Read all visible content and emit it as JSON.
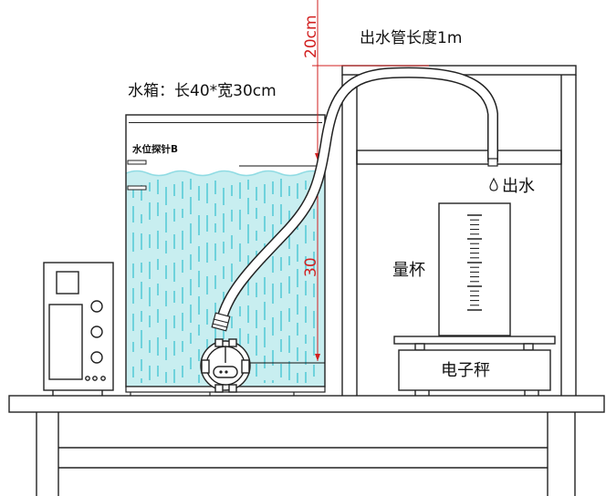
{
  "labels": {
    "pipe_length": "出水管长度1m",
    "tank_size": "水箱：长40*宽30cm",
    "water_probe": "水位探针B",
    "outlet": "出水",
    "measuring_cup": "量杯",
    "scale": "电子秤"
  },
  "dimensions": {
    "top_gap": "20cm",
    "water_depth": "30"
  },
  "colors": {
    "line": "#222222",
    "water": "#c8eef0",
    "water_streak": "#3ec4d2",
    "dimension": "#d21f1f",
    "measure_line": "#111111"
  },
  "icons": [
    "pump-icon",
    "water-drop-icon",
    "knob-icon"
  ]
}
